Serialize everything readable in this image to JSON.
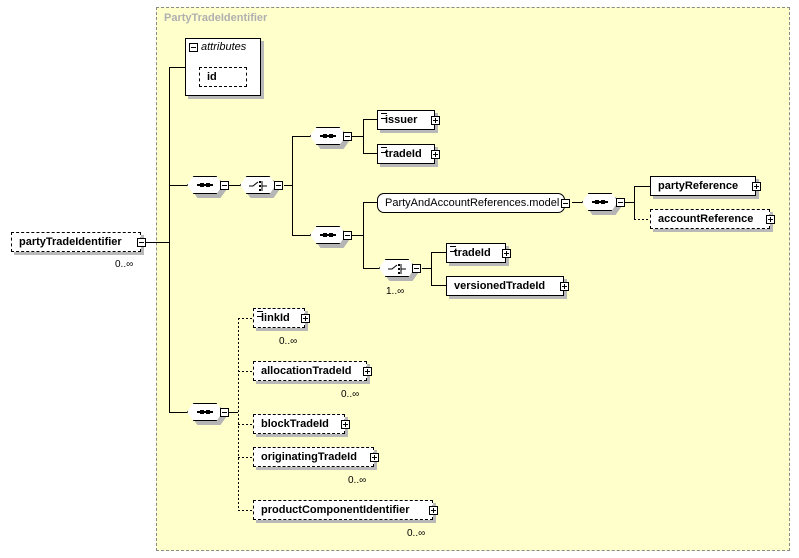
{
  "panel": {
    "title": "PartyTradeIdentifier"
  },
  "root": {
    "label": "partyTradeIdentifier",
    "cardinality": "0..∞"
  },
  "attributes": {
    "label": "attributes",
    "items": [
      "id"
    ]
  },
  "elements": {
    "issuer": "issuer",
    "tradeId": "tradeId",
    "model_group": "PartyAndAccountReferences.model",
    "partyReference": "partyReference",
    "accountReference": "accountReference",
    "tradeId_2": "tradeId",
    "versionedTradeId": "versionedTradeId",
    "linkId": {
      "label": "linkId",
      "cardinality": "0..∞"
    },
    "allocationTradeId": {
      "label": "allocationTradeId",
      "cardinality": "0..∞"
    },
    "blockTradeId": "blockTradeId",
    "originatingTradeId": {
      "label": "originatingTradeId",
      "cardinality": "0..∞"
    },
    "productComponentIdentifier": {
      "label": "productComponentIdentifier",
      "cardinality": "0..∞"
    }
  },
  "choice_cardinality": "1..∞",
  "colors": {
    "panel_bg": "#ffffcc",
    "panel_border": "#8a8a8a",
    "title": "#b0b0b0",
    "shadow": "#b9b9b9"
  },
  "icons": [
    "sequence-compositor-icon",
    "choice-compositor-icon",
    "expand-icon",
    "collapse-icon",
    "documentation-icon"
  ]
}
